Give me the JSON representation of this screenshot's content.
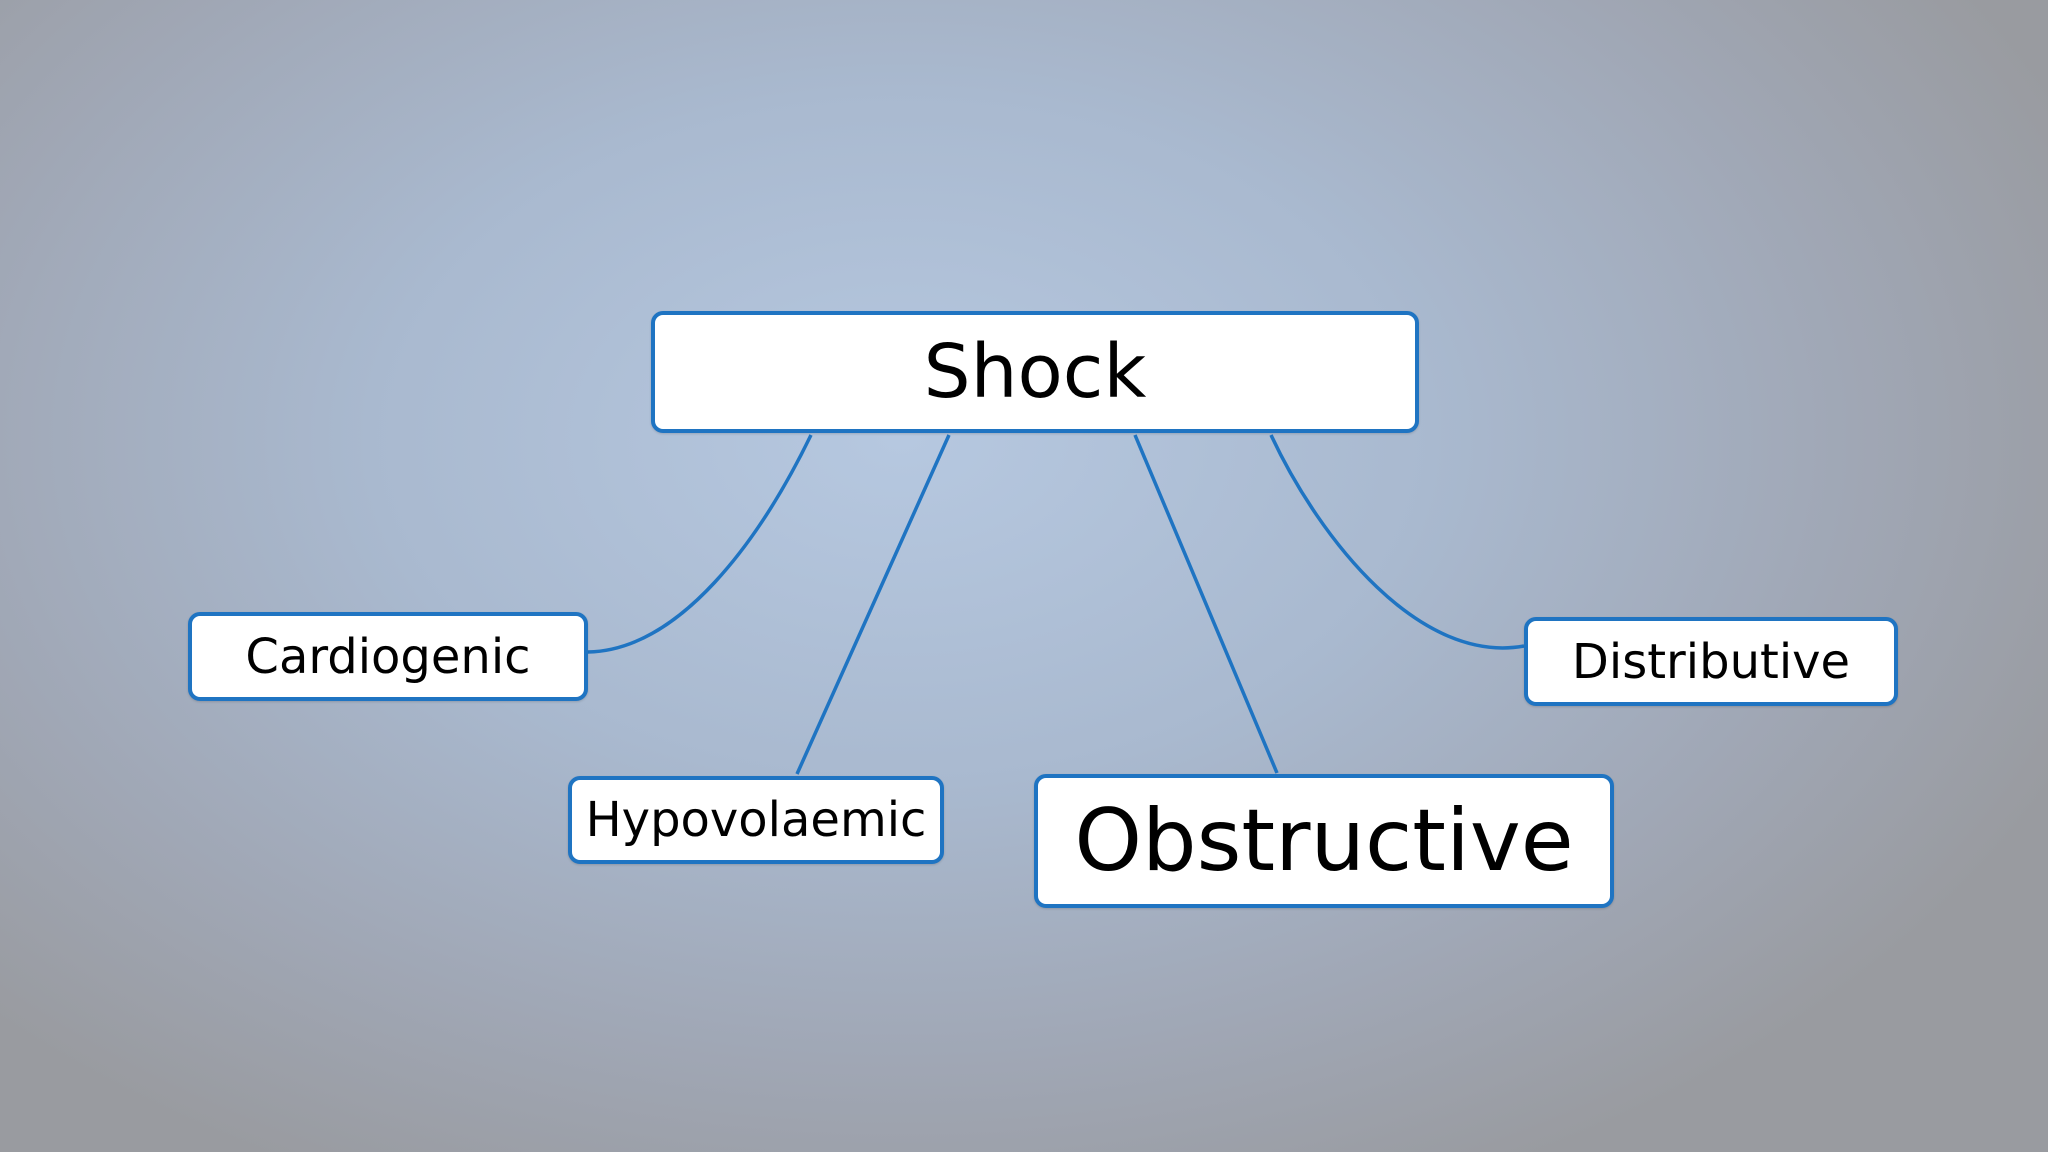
{
  "diagram": {
    "root": {
      "label": "Shock"
    },
    "children": [
      {
        "id": "cardiogenic",
        "label": "Cardiogenic"
      },
      {
        "id": "hypovolaemic",
        "label": "Hypovolaemic"
      },
      {
        "id": "obstructive",
        "label": "Obstructive"
      },
      {
        "id": "distributive",
        "label": "Distributive"
      }
    ],
    "colors": {
      "border": "#1f74c2",
      "connector": "#1f74c2",
      "node_fill": "#ffffff",
      "text": "#000000"
    }
  }
}
